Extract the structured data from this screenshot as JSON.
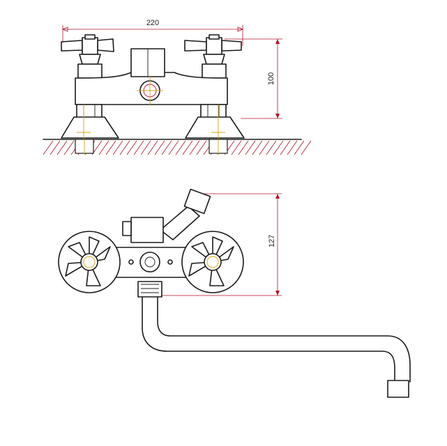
{
  "dimensions": {
    "top_width": "220",
    "top_height": "100",
    "side_height": "127"
  },
  "colors": {
    "dimension_line": "#b3122a",
    "center_line": "#d6a21a",
    "outline": "#1a1a1a"
  }
}
